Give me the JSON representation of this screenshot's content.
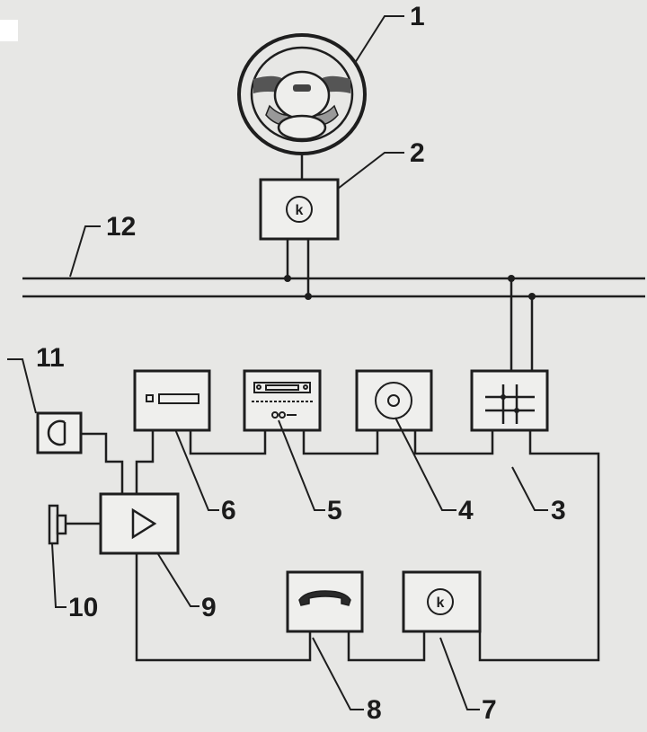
{
  "colors": {
    "ink": "#1e1e1e",
    "paper": "#e7e7e5"
  },
  "components": [
    {
      "id": "steering-wheel",
      "icon": "steering-wheel-icon"
    },
    {
      "id": "steering-control-unit",
      "icon": "k-circle-icon"
    },
    {
      "id": "bus-junction",
      "icon": "cross-lines-icon"
    },
    {
      "id": "cd-changer",
      "icon": "disc-icon"
    },
    {
      "id": "radio",
      "icon": "radio-icon"
    },
    {
      "id": "display-unit",
      "icon": "display-icon"
    },
    {
      "id": "control-unit",
      "icon": "k-circle-icon"
    },
    {
      "id": "telephone",
      "icon": "handset-icon"
    },
    {
      "id": "amplifier",
      "icon": "triangle-icon"
    },
    {
      "id": "speaker",
      "icon": "speaker-icon"
    },
    {
      "id": "microphone",
      "icon": "microphone-icon"
    },
    {
      "id": "data-bus",
      "icon": "bus-lines-icon"
    }
  ],
  "labels": {
    "l1": "1",
    "l2": "2",
    "l3": "3",
    "l4": "4",
    "l5": "5",
    "l6": "6",
    "l7": "7",
    "l8": "8",
    "l9": "9",
    "l10": "10",
    "l11": "11",
    "l12": "12"
  },
  "k_glyph": "k"
}
